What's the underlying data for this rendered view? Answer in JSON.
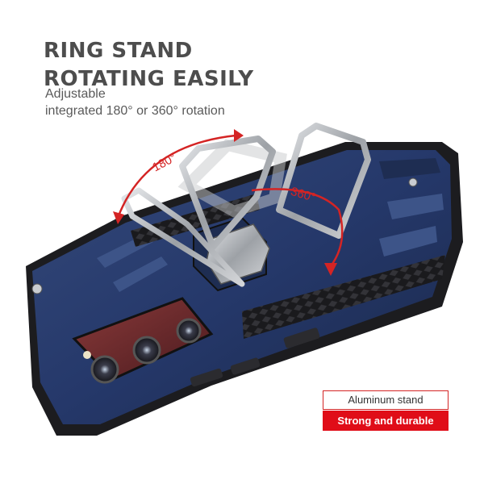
{
  "headline": {
    "line1": "RING STAND",
    "line2": "ROTATING EASILY"
  },
  "subhead": {
    "line1": "Adjustable",
    "line2": "integrated 180° or 360° rotation"
  },
  "annotations": {
    "angle_180": "180°",
    "angle_360": "360°"
  },
  "badge": {
    "top_label": "Aluminum stand",
    "bottom_label": "Strong and durable"
  },
  "colors": {
    "case_blue": "#24365f",
    "case_black": "#1c1c1f",
    "arrow_red": "#d42424",
    "badge_red": "#e00d18",
    "ring_silver": "#b9bcc0"
  }
}
